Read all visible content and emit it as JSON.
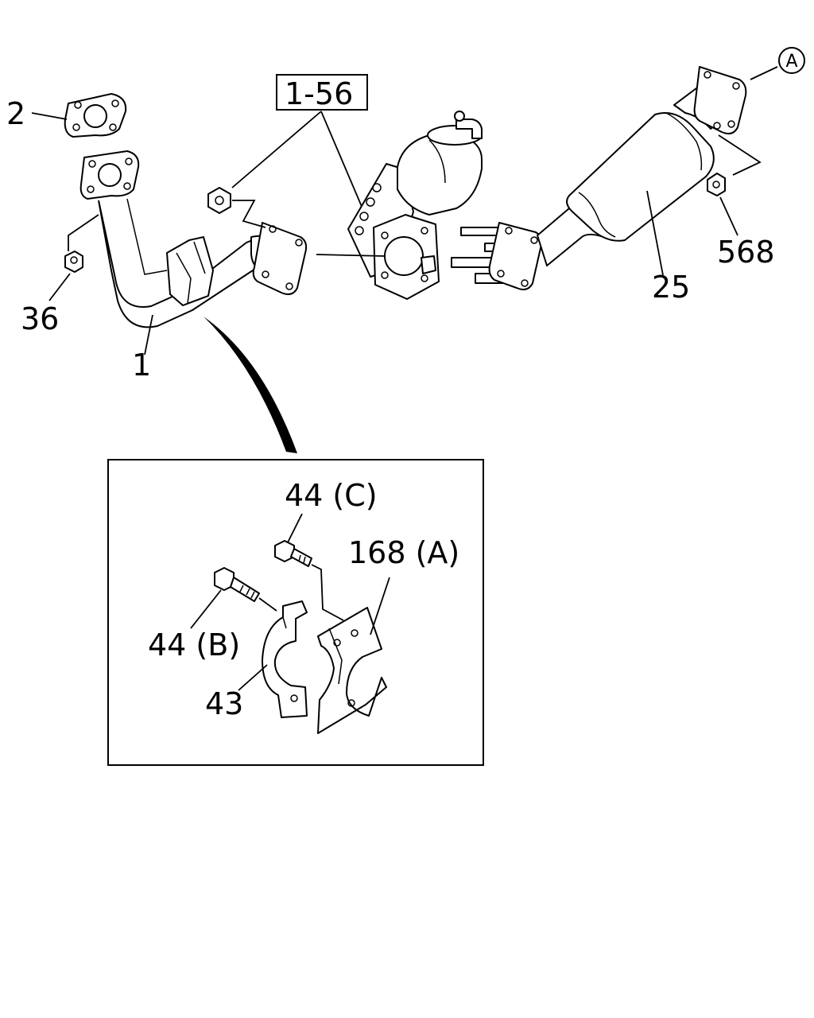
{
  "labels": {
    "gasket": "2",
    "front_pipe": "1",
    "nut_left": "36",
    "assembly_ref": "1-56",
    "catalytic_converter": "25",
    "nut_right": "568",
    "ref_marker": "A",
    "bolt_c": "44 (C)",
    "bolt_b": "44 (B)",
    "clamp": "43",
    "bracket": "168 (A)"
  }
}
